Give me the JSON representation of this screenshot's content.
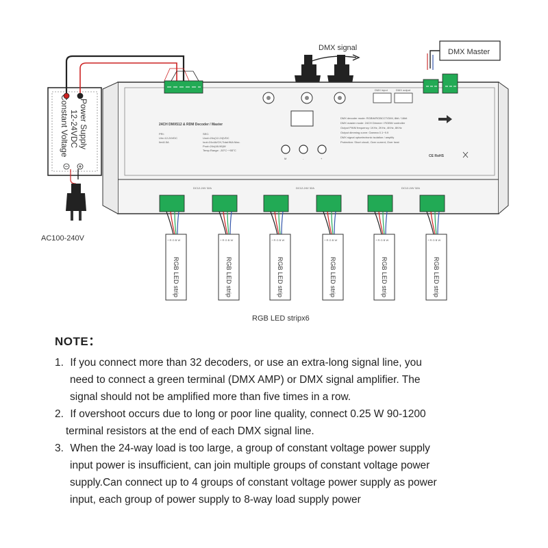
{
  "labels": {
    "dmx_signal": "DMX signal",
    "dmx_master": "DMX Master",
    "ps_line1": "Power Supply",
    "ps_line2": "12-24VDC",
    "ps_line3": "Constant Voltage",
    "ac": "AC100-240V",
    "strips_caption": "RGB LED stripx6",
    "strip": "RGB LED strip",
    "strip_pins": "+ R G B W"
  },
  "device": {
    "title": "24CH DMX512 & RDM Decoder / Master",
    "pri_lines": [
      "PRI:",
      "Uin=12-24VDC",
      "Iin≤6.5A"
    ],
    "sec_lines": [
      "SEC:",
      "Uout=24x(12-24)VDC",
      "Iout=24x4A/CH,Total:96A Max.",
      "Pout=24x(48-96)W",
      "Temp.Range: -30°C~+55°C"
    ],
    "info_lines": [
      "DMX decoder mode: RGBW/RGBCCT/DIM, 8bit / 16bit",
      "DMX master mode: 24CH Dimmer / RGBW controller",
      "Output PWM frequency: 1KHz, 2KHz, 4KHz, 8KHz",
      "Output dimming curve: Gamma 0.1~9.9",
      "DMX signal optoelectronic isolation / amplify",
      "Protection: Short circuit, Over current, Over heat"
    ],
    "buttons": [
      "M",
      "-",
      "+"
    ],
    "cert": "CE RoHS",
    "ports": [
      "DMX input",
      "DMX output"
    ],
    "group_labels": [
      "DC12-24V 32A",
      "DC12-24V 32A",
      "DC12-24V 32A"
    ]
  },
  "notes": {
    "title": "NOTE：",
    "items": [
      {
        "num": "1.",
        "lines": [
          "If you connect more than 32 decoders, or use an extra-long signal line, you",
          "need to connect a green terminal (DMX AMP) or DMX signal amplifier. The",
          "signal should not be amplified more than five times in a row."
        ]
      },
      {
        "num": "2.",
        "lines": [
          "If overshoot occurs due to long or poor line quality, connect 0.25 W 90-1200",
          "terminal resistors at the end of each DMX signal line."
        ]
      },
      {
        "num": "3.",
        "lines": [
          "When the 24-way load is too large, a group of constant voltage power supply",
          "input power is insufficient, can join multiple groups of constant voltage power",
          "supply.Can connect up to 4 groups of constant voltage power supply as power",
          "input, each group of power supply to 8-way load supply power"
        ]
      }
    ]
  }
}
